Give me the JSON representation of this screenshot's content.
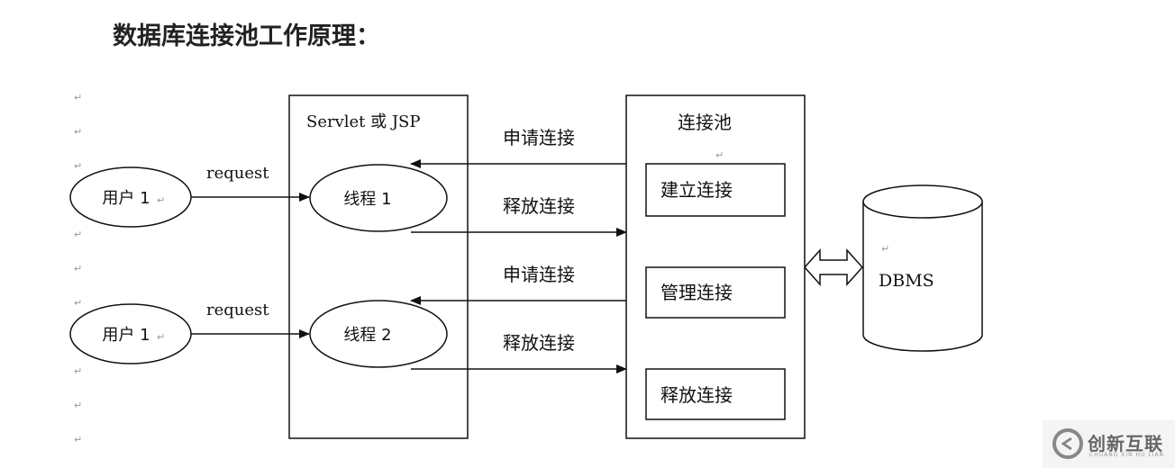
{
  "title": "数据库连接池工作原理：",
  "users": [
    "用户 1",
    "用户 1"
  ],
  "request_labels": [
    "request",
    "request"
  ],
  "servlet": {
    "title": "Servlet 或 JSP",
    "threads": [
      "线程 1",
      "线程 2"
    ]
  },
  "messages": {
    "apply_1": "申请连接",
    "release_1": "释放连接",
    "apply_2": "申请连接",
    "release_2": "释放连接"
  },
  "pool": {
    "title": "连接池",
    "items": [
      "建立连接",
      "管理连接",
      "释放连接"
    ]
  },
  "dbms": {
    "label": "DBMS"
  },
  "paragraph_mark": "↵",
  "watermark": {
    "brand_text": "创新互联",
    "sub_text": "CHUANG XIN HU LIAN"
  }
}
